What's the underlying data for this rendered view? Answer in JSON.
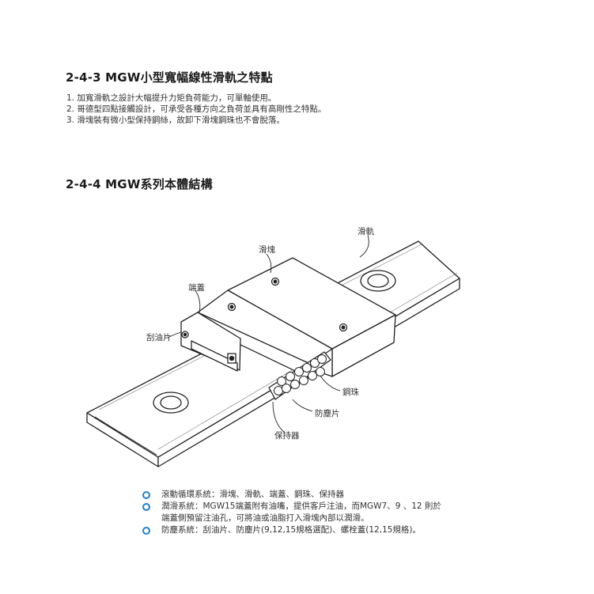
{
  "section1": {
    "title": "2-4-3 MGW小型寬幅線性滑軌之特點",
    "features": [
      "1. 加寬滑軌之設計大幅提升力矩負荷能力，可單軸使用。",
      "2. 哥德型四點接觸設計，可承受各種方向之負荷並具有高剛性之特點。",
      "3. 滑塊裝有微小型保持鋼絲，故卸下滑塊鋼珠也不會脫落。"
    ]
  },
  "section2": {
    "title": "2-4-4 MGW系列本體結構",
    "callouts": {
      "rail": "滑軌",
      "block": "滑塊",
      "end_cap": "端蓋",
      "scraper": "刮油片",
      "ball": "鋼珠",
      "dust_seal": "防塵片",
      "retainer": "保持器"
    },
    "systems": [
      {
        "text": "滾動循環系統：滑塊、滑軌、端蓋、鋼珠、保持器"
      },
      {
        "text": "潤滑系統：MGW15端蓋附有油嘴，提供客戶注油，而MGW7、9 、12 則於",
        "continuation": "端蓋側預留注油孔，可將油或油脂打入滑塊內部以潤滑。"
      },
      {
        "text": "防塵系統：刮油片、防塵片(9,12,15規格選配)、螺栓蓋(12,15規格)。"
      }
    ]
  },
  "colors": {
    "bullet": "#1f7fd1",
    "line": "#222222"
  }
}
